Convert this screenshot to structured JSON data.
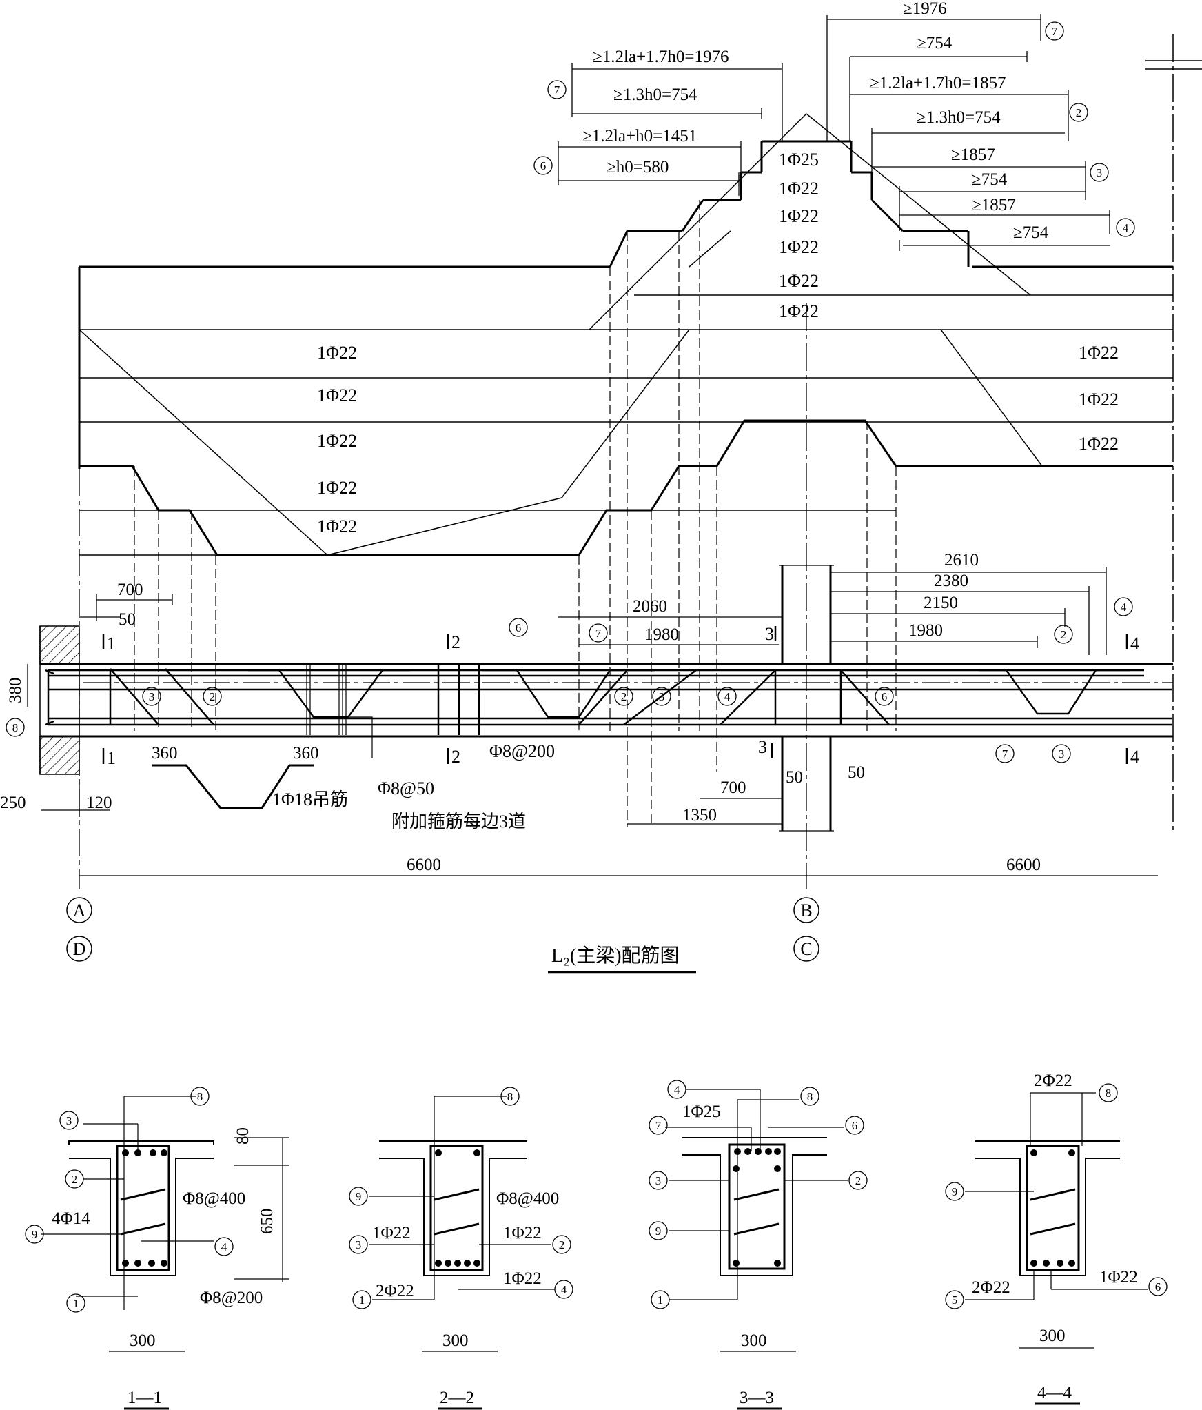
{
  "drawing": {
    "title": "L₂(主梁)配筋图",
    "grid_axes": [
      "A",
      "D",
      "B",
      "C"
    ],
    "span_dims": [
      "6600",
      "6600"
    ]
  },
  "rebar_layout": {
    "top_dims": [
      "≥1976",
      "≥754",
      "≥1.2la+1.7h0=1976",
      "≥1.2la+1.7h0=1857",
      "≥1.3h0=754",
      "≥1.3h0=754",
      "≥1.2la+h0=1451",
      "≥1857",
      "≥h0=580",
      "≥754",
      "≥1857",
      "≥754"
    ],
    "center_bars": [
      "1Φ25",
      "1Φ22",
      "1Φ22",
      "1Φ22",
      "1Φ22",
      "1Φ22"
    ],
    "left_bars": [
      "1Φ22",
      "1Φ22",
      "1Φ22",
      "1Φ22",
      "1Φ22"
    ],
    "right_bars": [
      "1Φ22",
      "1Φ22",
      "1Φ22"
    ],
    "top_bar_numbers": [
      "7",
      "6",
      "7",
      "2",
      "3",
      "4"
    ]
  },
  "beam_elevation": {
    "dims": [
      "700",
      "50",
      "380",
      "2060",
      "1980",
      "2610",
      "2380",
      "2150",
      "1980",
      "360",
      "360",
      "250",
      "120",
      "700",
      "50",
      "50",
      "1350"
    ],
    "section_cuts": [
      "1",
      "1",
      "2",
      "2",
      "3",
      "3",
      "4",
      "4"
    ],
    "stirrup_labels": [
      "Φ8@200",
      "Φ8@50"
    ],
    "notes": [
      "1Φ18吊筋",
      "附加箍筋每边3道"
    ],
    "bar_marks": [
      "8",
      "3",
      "2",
      "6",
      "7",
      "2",
      "3",
      "4",
      "6",
      "2",
      "4",
      "7",
      "3"
    ]
  },
  "sections": [
    {
      "name": "1—1",
      "width": "300",
      "labels": [
        "80",
        "650",
        "Φ8@400",
        "4Φ14",
        "Φ8@200"
      ],
      "marks": [
        "3",
        "8",
        "2",
        "9",
        "4",
        "1"
      ]
    },
    {
      "name": "2—2",
      "width": "300",
      "labels": [
        "Φ8@400",
        "1Φ22",
        "1Φ22",
        "2Φ22",
        "1Φ22"
      ],
      "marks": [
        "8",
        "9",
        "3",
        "2",
        "1",
        "4"
      ]
    },
    {
      "name": "3—3",
      "width": "300",
      "labels": [
        "1Φ25"
      ],
      "marks": [
        "4",
        "8",
        "7",
        "6",
        "3",
        "2",
        "9",
        "1"
      ]
    },
    {
      "name": "4—4",
      "width": "300",
      "labels": [
        "2Φ22",
        "2Φ22",
        "1Φ22"
      ],
      "marks": [
        "8",
        "9",
        "5",
        "6"
      ]
    }
  ]
}
